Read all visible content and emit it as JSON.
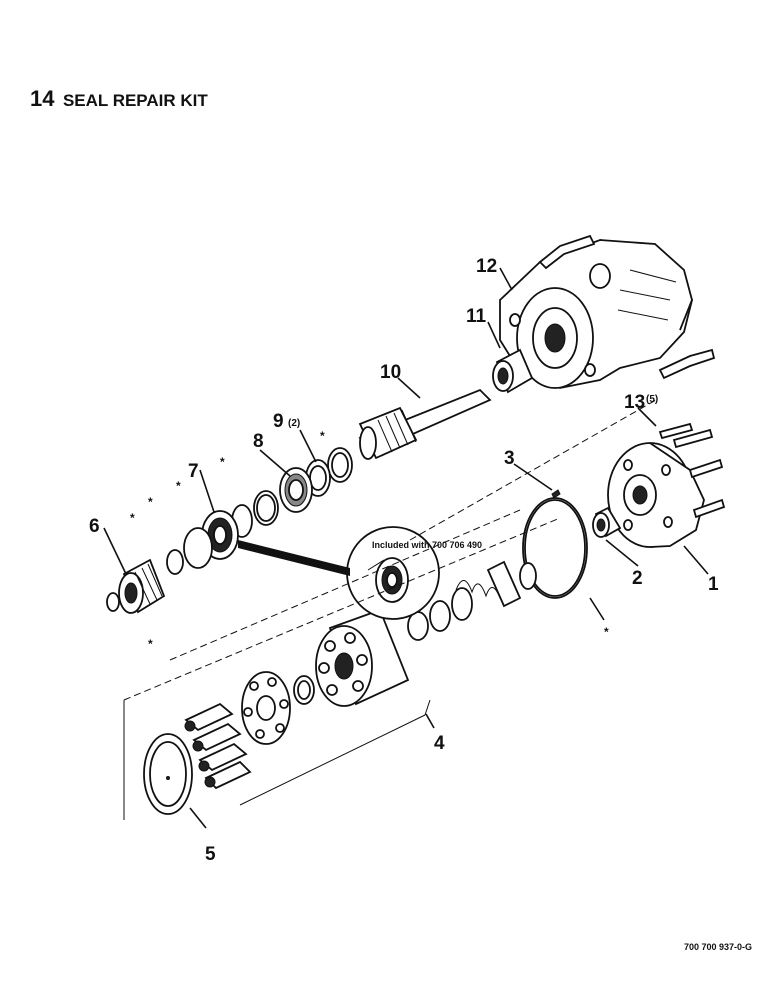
{
  "title": {
    "number": "14",
    "text": "SEAL REPAIR KIT"
  },
  "document_number": "700 700 937-0-G",
  "inset_note": "Included with 700 706 490",
  "callouts": {
    "c1": "1",
    "c2": "2",
    "c3": "3",
    "c4": "4",
    "c5": "5",
    "c6": "6",
    "c7": "7",
    "c8": "8",
    "c9": "9",
    "c10": "10",
    "c11": "11",
    "c12": "12",
    "c13": "13"
  },
  "quantities": {
    "q9": "(2)",
    "q13": "(5)"
  },
  "seal_marker": "*",
  "colors": {
    "ink": "#111111",
    "paper": "#ffffff"
  }
}
